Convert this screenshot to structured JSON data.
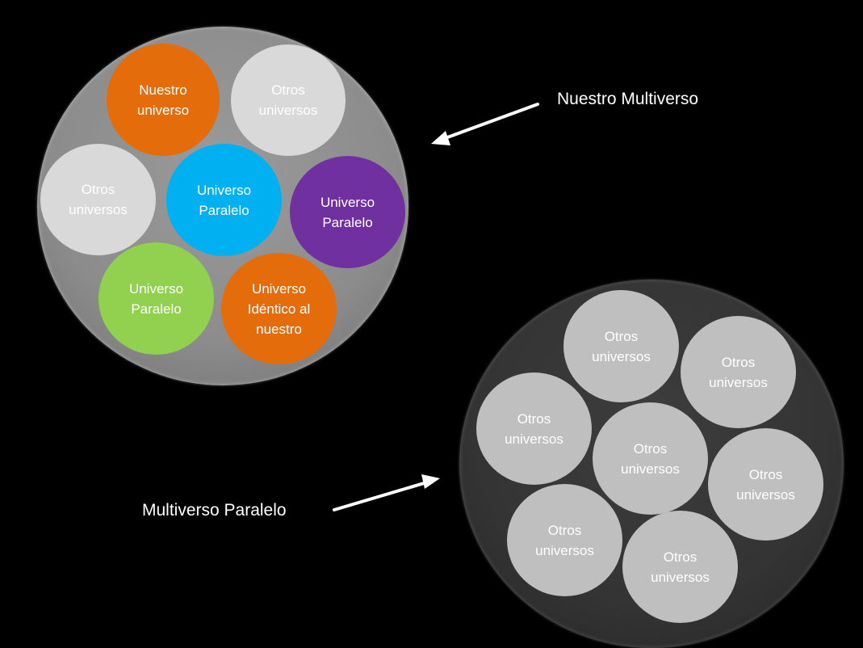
{
  "diagram": {
    "our_multiverse": {
      "caption": "Nuestro Multiverso",
      "circles": [
        {
          "label": "Nuestro\nuniverso",
          "color": "#e46c0a"
        },
        {
          "label": "Otros\nuniversos",
          "color": "#d9d9d9"
        },
        {
          "label": "Otros\nuniversos",
          "color": "#d9d9d9"
        },
        {
          "label": "Universo\nParalelo",
          "color": "#00b0f0"
        },
        {
          "label": "Universo\nParalelo",
          "color": "#7030a0"
        },
        {
          "label": "Universo\nParalelo",
          "color": "#92d050"
        },
        {
          "label": "Universo\nIdéntico al\nnuestro",
          "color": "#e46c0a"
        }
      ]
    },
    "parallel_multiverse": {
      "caption": "Multiverso Paralelo",
      "circles": [
        {
          "label": "Otros\nuniversos",
          "color": "#bfbfbf"
        },
        {
          "label": "Otros\nuniversos",
          "color": "#bfbfbf"
        },
        {
          "label": "Otros\nuniversos",
          "color": "#bfbfbf"
        },
        {
          "label": "Otros\nuniversos",
          "color": "#bfbfbf"
        },
        {
          "label": "Otros\nuniversos",
          "color": "#bfbfbf"
        },
        {
          "label": "Otros\nuniversos",
          "color": "#bfbfbf"
        },
        {
          "label": "Otros\nuniversos",
          "color": "#bfbfbf"
        }
      ]
    }
  },
  "colors": {
    "background": "#000000",
    "our_multiverse_fill": "#8c8c8c",
    "parallel_multiverse_fill": "#333333",
    "text": "#ffffff",
    "arrow": "#ffffff"
  }
}
